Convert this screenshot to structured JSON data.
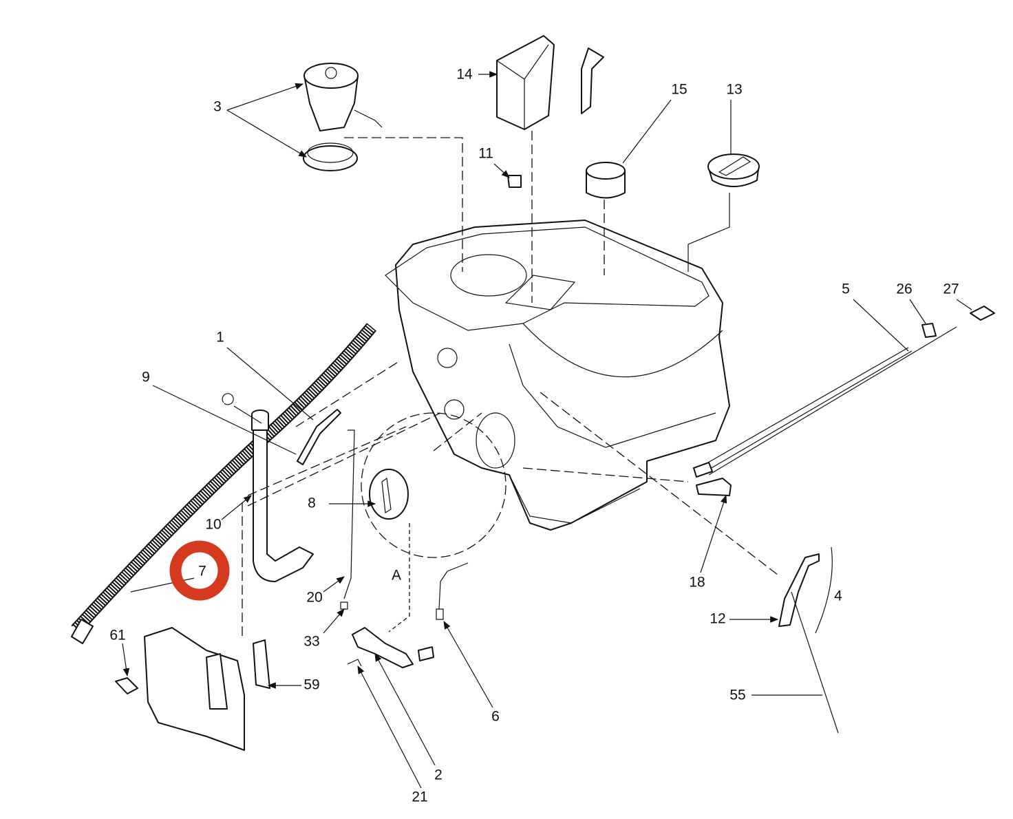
{
  "diagram": {
    "callouts": [
      "3",
      "14",
      "15",
      "13",
      "11",
      "5",
      "26",
      "27",
      "1",
      "9",
      "8",
      "10",
      "7",
      "20",
      "33",
      "A",
      "6",
      "18",
      "4",
      "12",
      "55",
      "61",
      "59",
      "2",
      "21"
    ],
    "highlighted_callout": "7",
    "highlight_color": "#D5391E"
  }
}
